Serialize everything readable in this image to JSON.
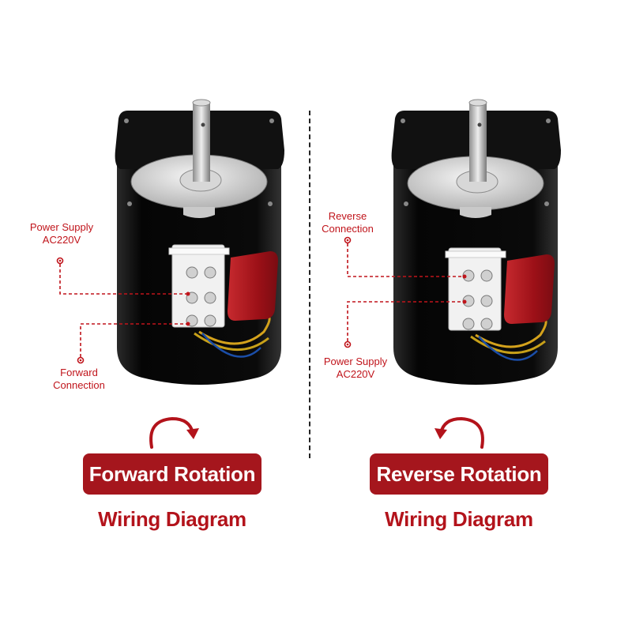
{
  "left": {
    "labels": {
      "power_supply": "Power Supply\nAC220V",
      "connection": "Forward\nConnection"
    },
    "title": "Forward Rotation",
    "subtitle": "Wiring Diagram",
    "rotation_direction": "clockwise"
  },
  "right": {
    "labels": {
      "connection": "Reverse\nConnection",
      "power_supply": "Power Supply\nAC220V"
    },
    "title": "Reverse Rotation",
    "subtitle": "Wiring Diagram",
    "rotation_direction": "counterclockwise"
  },
  "colors": {
    "accent": "#c0141b",
    "pill": "#a5161d",
    "motor_body": "#0d0d0d",
    "capacitor": "#b31821"
  }
}
